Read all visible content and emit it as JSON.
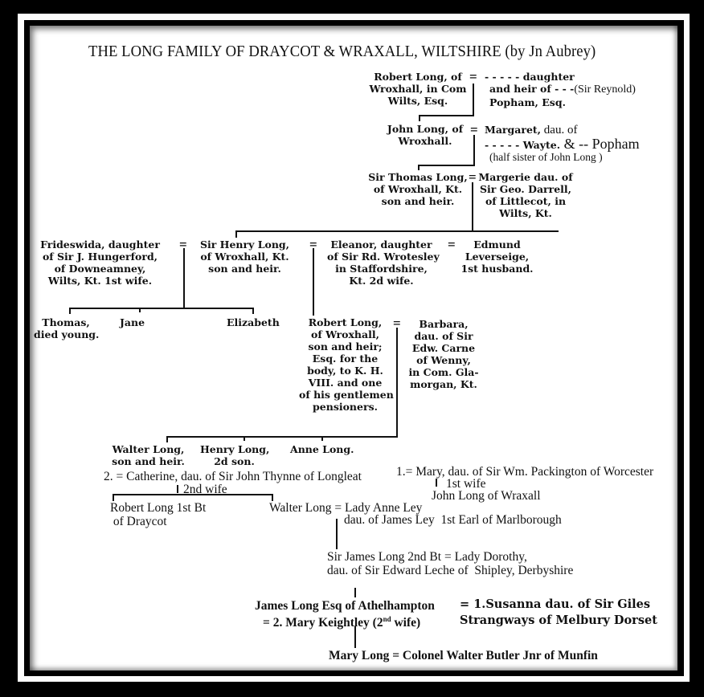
{
  "title": "THE LONG FAMILY OF DRAYCOT  & WRAXALL, WILTSHIRE (by Jn Aubrey)",
  "eq": "=",
  "gen1": {
    "husband": [
      "Robert Long, of",
      "Wroxhall, in Com",
      "Wilts, Esq."
    ],
    "wife": [
      "- - - - - daughter",
      "and heir of - - -",
      "Popham, Esq."
    ],
    "wife_annotation": "(Sir Reynold)"
  },
  "gen2": {
    "husband": [
      "John Long, of",
      "Wroxhall."
    ],
    "wife_line1_bold": "Margaret,",
    "wife_line1_plain": " dau. of",
    "wife_line2_bold": "- - - - - Wayte.",
    "wife_line2_plain": " & -- Popham",
    "wife_note": "(half sister of John Long )"
  },
  "gen3": {
    "husband": [
      "Sir Thomas Long,",
      "of Wroxhall, Kt.",
      "son and heir."
    ],
    "wife": [
      "Margerie dau. of",
      "Sir Geo. Darrell,",
      "of Littlecot, in",
      "Wilts, Kt."
    ]
  },
  "gen4": {
    "first_wife": [
      "Frideswida, daughter",
      "of Sir J. Hungerford,",
      "of Downeamney,",
      "Wilts, Kt. 1st wife."
    ],
    "husband": [
      "Sir Henry Long,",
      "of Wroxhall, Kt.",
      "son and heir."
    ],
    "second_wife": [
      "Eleanor, daughter",
      "of Sir Rd. Wrotesley",
      "in Staffordshire,",
      "Kt. 2d wife."
    ],
    "second_wife_first_husband": [
      "Edmund",
      "Leverseige,",
      "1st husband."
    ]
  },
  "gen5_first_marriage_children": [
    {
      "name": [
        "Thomas,",
        "died young."
      ]
    },
    {
      "name": [
        "Jane"
      ]
    },
    {
      "name": [
        "Elizabeth"
      ]
    }
  ],
  "gen5": {
    "husband": [
      "Robert Long,",
      "of Wroxhall,",
      "son and heir;",
      "Esq. for the",
      "body, to K. H.",
      "VIII. and one",
      "of his gentlemen",
      "pensioners."
    ],
    "wife": [
      "Barbara,",
      "dau. of Sir",
      "Edw. Carne",
      "of Wenny,",
      "in Com. Gla-",
      "morgan, Kt."
    ]
  },
  "gen6_children": [
    {
      "name": [
        "Walter Long,",
        "son and heir."
      ]
    },
    {
      "name": [
        "Henry Long,",
        "2d son."
      ]
    },
    {
      "name": [
        "Anne Long."
      ]
    }
  ],
  "gen6_marriages": {
    "second": "2. =  Catherine, dau. of Sir John Thynne of Longleat",
    "second_note": "2nd wife",
    "first": "1.= Mary, dau. of Sir Wm. Packington of Worcester",
    "first_note": "1st wife",
    "first_child": "John  Long  of Wraxall"
  },
  "gen7": {
    "child1": [
      "Robert Long 1st Bt",
      " of Draycot"
    ],
    "child2": "Walter Long = Lady Anne Ley",
    "child2_note": "dau. of James Ley  1st Earl of Marlborough"
  },
  "gen8": {
    "line1": "Sir James Long 2nd Bt = Lady Dorothy,",
    "line2": "dau. of Sir Edward Leche of  Shipley, Derbyshire"
  },
  "gen9": {
    "line1": "James Long Esq of Athelhampton",
    "line2_pre": "= 2. Mary Keightley (2",
    "line2_sup": "nd",
    "line2_post": " wife)",
    "spouse1_line1": "= 1.Susanna dau. of Sir Giles",
    "spouse1_line2": "Strangways of Melbury Dorset"
  },
  "gen10": {
    "line": "Mary Long = Colonel Walter Butler Jnr of Munfin"
  },
  "colors": {
    "frame": "#000000",
    "frame_inner_line": "#fdfdfd",
    "page": "#ffffff",
    "ink": "#111111"
  }
}
